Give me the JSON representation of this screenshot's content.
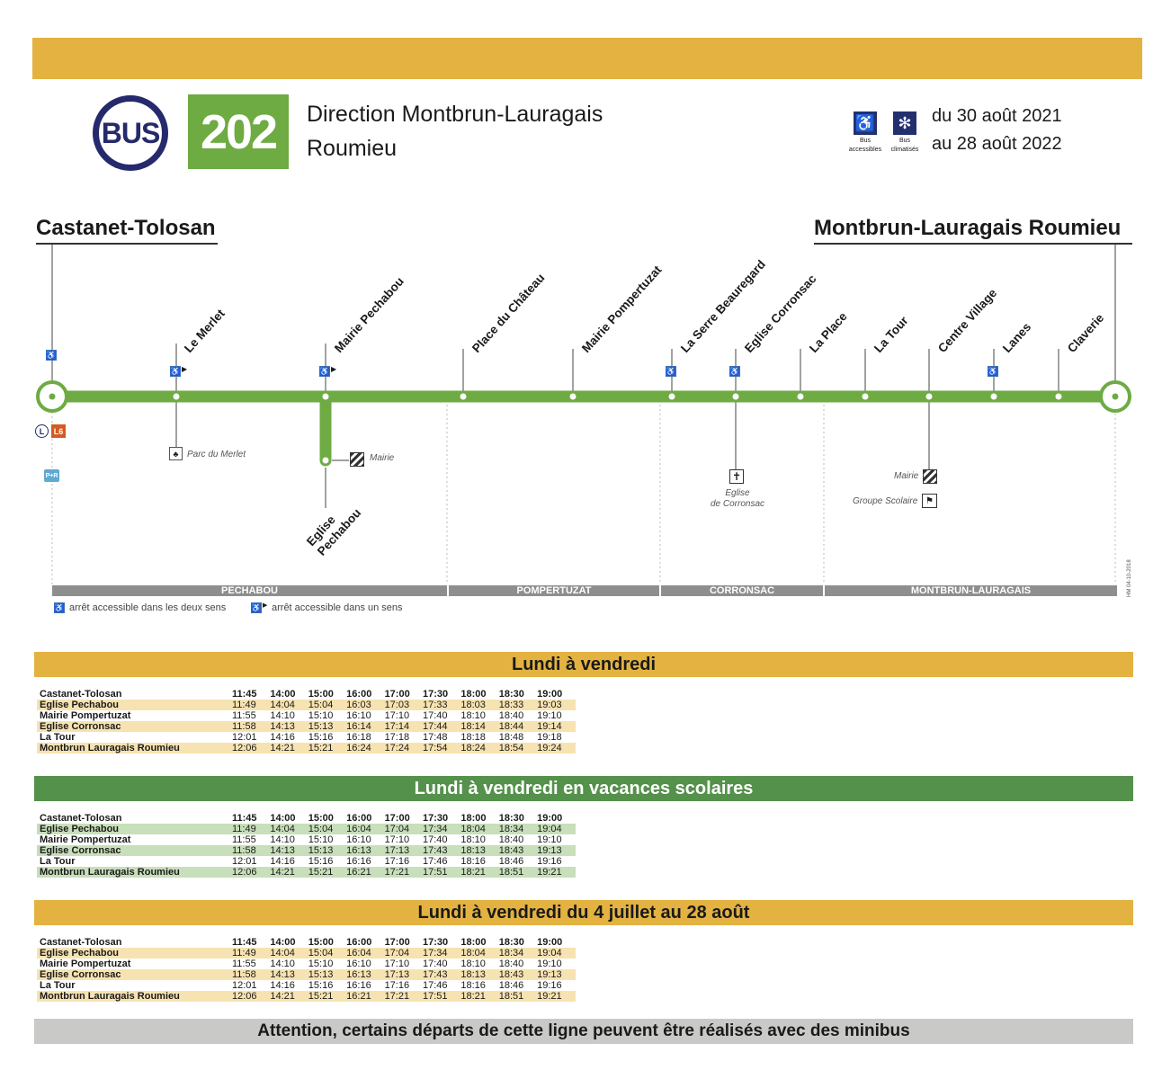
{
  "header": {
    "bus_logo": "BUS",
    "line_number": "202",
    "direction_line1": "Direction Montbrun-Lauragais",
    "direction_line2": "Roumieu",
    "icon_accessible_caption1": "Bus",
    "icon_accessible_caption2": "accessibles",
    "icon_aircon_caption1": "Bus",
    "icon_aircon_caption2": "climatisés",
    "validity_line1": "du 30 août 2021",
    "validity_line2": "au 28 août 2022",
    "colors": {
      "top_band": "#e3b241",
      "line_green": "#6eab43",
      "bus_navy": "#242a6c"
    }
  },
  "map": {
    "start_terminus": "Castanet-Tolosan",
    "end_terminus": "Montbrun-Lauragais Roumieu",
    "stops": [
      "Le Merlet",
      "Mairie Pechabou",
      "Place du Château",
      "Mairie Pompertuzat",
      "La Serre Beauregard",
      "Eglise Corronsac",
      "La Place",
      "La Tour",
      "Centre Village",
      "Lanes",
      "Claverie"
    ],
    "branch_stop_line1": "Eglise",
    "branch_stop_line2": "Pechabou",
    "connections": {
      "line_l": "L",
      "line_l6": "L6",
      "park_ride": "P+R"
    },
    "pois": {
      "parc_merlet": "Parc du Merlet",
      "mairie_pechabou": "Mairie",
      "eglise_corronsac_1": "Eglise",
      "eglise_corronsac_2": "de Corronsac",
      "mairie_montbrun": "Mairie",
      "groupe_scolaire": "Groupe Scolaire"
    },
    "communes": [
      "PECHABOU",
      "POMPERTUZAT",
      "CORRONSAC",
      "MONTBRUN-LAURAGAIS"
    ],
    "legend_both": "arrêt accessible dans les deux sens",
    "legend_one": "arrêt accessible dans un sens",
    "side_code": "HM 04-10-2018"
  },
  "timetables": [
    {
      "title": "Lundi à vendredi",
      "band_color": "#e3b241",
      "row_tint": "alt-y",
      "times_header": [
        "11:45",
        "14:00",
        "15:00",
        "16:00",
        "17:00",
        "17:30",
        "18:00",
        "18:30",
        "19:00"
      ],
      "rows": [
        {
          "stop": "Eglise Pechabou",
          "times": [
            "11:49",
            "14:04",
            "15:04",
            "16:03",
            "17:03",
            "17:33",
            "18:03",
            "18:33",
            "19:03"
          ]
        },
        {
          "stop": "Mairie Pompertuzat",
          "times": [
            "11:55",
            "14:10",
            "15:10",
            "16:10",
            "17:10",
            "17:40",
            "18:10",
            "18:40",
            "19:10"
          ]
        },
        {
          "stop": "Eglise Corronsac",
          "times": [
            "11:58",
            "14:13",
            "15:13",
            "16:14",
            "17:14",
            "17:44",
            "18:14",
            "18:44",
            "19:14"
          ]
        },
        {
          "stop": "La Tour",
          "times": [
            "12:01",
            "14:16",
            "15:16",
            "16:18",
            "17:18",
            "17:48",
            "18:18",
            "18:48",
            "19:18"
          ]
        },
        {
          "stop": "Montbrun Lauragais Roumieu",
          "times": [
            "12:06",
            "14:21",
            "15:21",
            "16:24",
            "17:24",
            "17:54",
            "18:24",
            "18:54",
            "19:24"
          ]
        }
      ]
    },
    {
      "title": "Lundi à vendredi en vacances scolaires",
      "band_color": "#54914a",
      "row_tint": "alt-g",
      "times_header": [
        "11:45",
        "14:00",
        "15:00",
        "16:00",
        "17:00",
        "17:30",
        "18:00",
        "18:30",
        "19:00"
      ],
      "rows": [
        {
          "stop": "Eglise Pechabou",
          "times": [
            "11:49",
            "14:04",
            "15:04",
            "16:04",
            "17:04",
            "17:34",
            "18:04",
            "18:34",
            "19:04"
          ]
        },
        {
          "stop": "Mairie Pompertuzat",
          "times": [
            "11:55",
            "14:10",
            "15:10",
            "16:10",
            "17:10",
            "17:40",
            "18:10",
            "18:40",
            "19:10"
          ]
        },
        {
          "stop": "Eglise Corronsac",
          "times": [
            "11:58",
            "14:13",
            "15:13",
            "16:13",
            "17:13",
            "17:43",
            "18:13",
            "18:43",
            "19:13"
          ]
        },
        {
          "stop": "La Tour",
          "times": [
            "12:01",
            "14:16",
            "15:16",
            "16:16",
            "17:16",
            "17:46",
            "18:16",
            "18:46",
            "19:16"
          ]
        },
        {
          "stop": "Montbrun Lauragais Roumieu",
          "times": [
            "12:06",
            "14:21",
            "15:21",
            "16:21",
            "17:21",
            "17:51",
            "18:21",
            "18:51",
            "19:21"
          ]
        }
      ]
    },
    {
      "title": "Lundi à vendredi du 4 juillet au 28 août",
      "band_color": "#e3b241",
      "row_tint": "alt-y",
      "times_header": [
        "11:45",
        "14:00",
        "15:00",
        "16:00",
        "17:00",
        "17:30",
        "18:00",
        "18:30",
        "19:00"
      ],
      "rows": [
        {
          "stop": "Eglise Pechabou",
          "times": [
            "11:49",
            "14:04",
            "15:04",
            "16:04",
            "17:04",
            "17:34",
            "18:04",
            "18:34",
            "19:04"
          ]
        },
        {
          "stop": "Mairie Pompertuzat",
          "times": [
            "11:55",
            "14:10",
            "15:10",
            "16:10",
            "17:10",
            "17:40",
            "18:10",
            "18:40",
            "19:10"
          ]
        },
        {
          "stop": "Eglise Corronsac",
          "times": [
            "11:58",
            "14:13",
            "15:13",
            "16:13",
            "17:13",
            "17:43",
            "18:13",
            "18:43",
            "19:13"
          ]
        },
        {
          "stop": "La Tour",
          "times": [
            "12:01",
            "14:16",
            "15:16",
            "16:16",
            "17:16",
            "17:46",
            "18:16",
            "18:46",
            "19:16"
          ]
        },
        {
          "stop": "Montbrun Lauragais Roumieu",
          "times": [
            "12:06",
            "14:21",
            "15:21",
            "16:21",
            "17:21",
            "17:51",
            "18:21",
            "18:51",
            "19:21"
          ]
        }
      ]
    }
  ],
  "notice": "Attention, certains départs de cette ligne peuvent être réalisés avec des minibus"
}
